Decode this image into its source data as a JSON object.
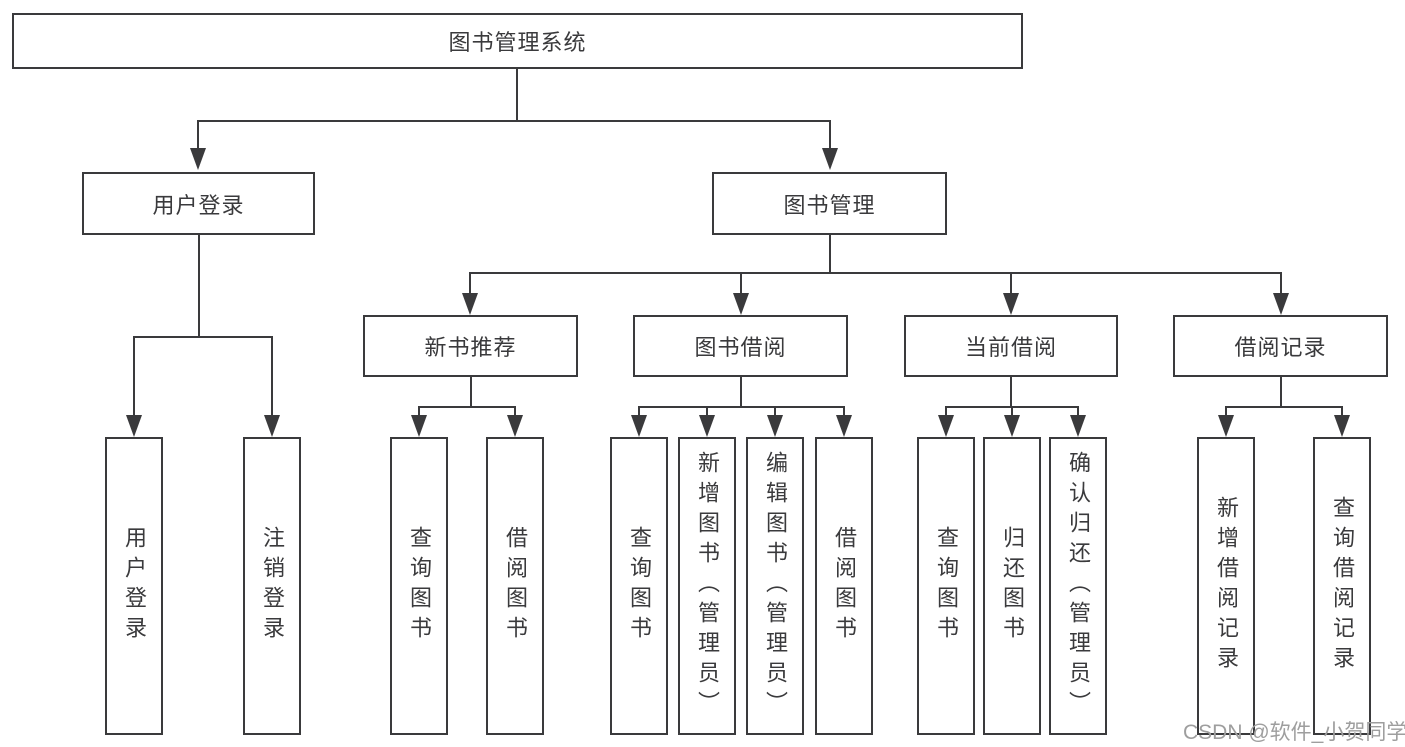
{
  "diagram": {
    "root": {
      "label": "图书管理系统"
    },
    "level2": [
      {
        "label": "用户登录"
      },
      {
        "label": "图书管理"
      }
    ],
    "level3": [
      {
        "label": "新书推荐"
      },
      {
        "label": "图书借阅"
      },
      {
        "label": "当前借阅"
      },
      {
        "label": "借阅记录"
      }
    ],
    "leaves": {
      "user_login": [
        "用户登录",
        "注销登录"
      ],
      "new_book_recommend": [
        "查询图书",
        "借阅图书"
      ],
      "book_borrow": [
        "查询图书",
        "新增图书（管理员）",
        "编辑图书（管理员）",
        "借阅图书"
      ],
      "current_borrow": [
        "查询图书",
        "归还图书",
        "确认归还（管理员）"
      ],
      "borrow_records": [
        "新增借阅记录",
        "查询借阅记录"
      ]
    }
  },
  "watermark": "CSDN @软件_小贺同学",
  "colors": {
    "line": "#3a3a3c",
    "text": "#3a3a3c",
    "watermark": "#9e9e9e",
    "bg": "#ffffff"
  }
}
